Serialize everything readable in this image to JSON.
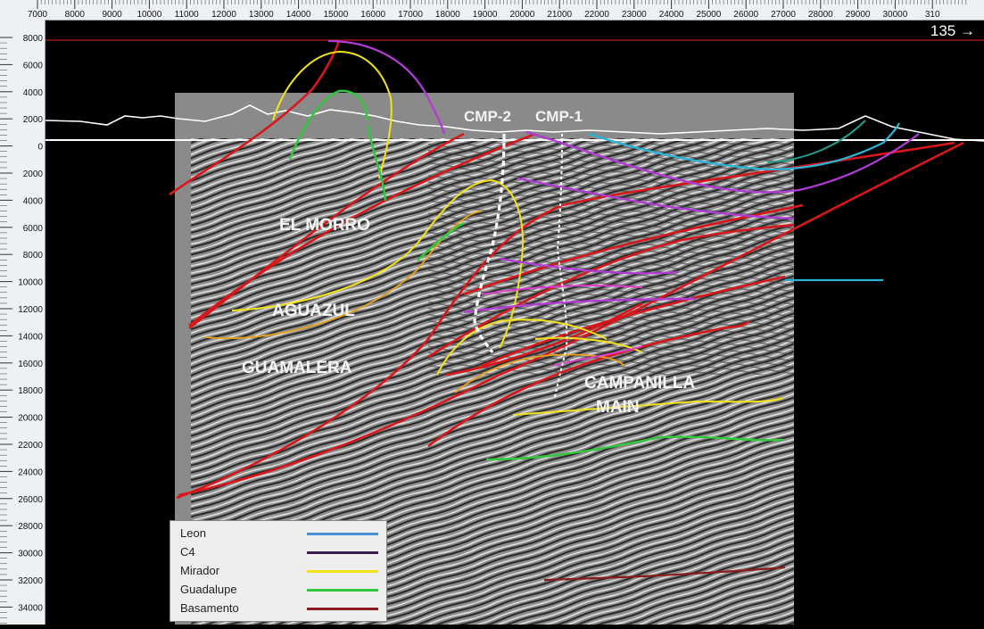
{
  "top_ruler": {
    "ticks": [
      "7000",
      "8000",
      "9000",
      "10000",
      "11000",
      "12000",
      "13000",
      "14000",
      "15000",
      "16000",
      "17000",
      "18000",
      "19000",
      "20000",
      "21000",
      "22000",
      "23000",
      "24000",
      "25000",
      "26000",
      "27000",
      "28000",
      "29000",
      "30000",
      "310"
    ]
  },
  "left_ruler": {
    "ticks": [
      "8000",
      "6000",
      "4000",
      "2000",
      "0",
      "2000",
      "4000",
      "6000",
      "8000",
      "10000",
      "12000",
      "14000",
      "16000",
      "18000",
      "20000",
      "22000",
      "24000",
      "26000",
      "28000",
      "30000",
      "32000",
      "34000"
    ]
  },
  "trace_nav": {
    "value": "135",
    "arrow": "→"
  },
  "wells": {
    "cmp2": "CMP-2",
    "cmp1": "CMP-1"
  },
  "structures": {
    "el_morro": "EL MORRO",
    "aguazul": "AGUAZUL",
    "guamalera": "GUAMALERA",
    "campanilla": "CAMPANILLA",
    "main": "MAIN"
  },
  "legend": {
    "items": [
      {
        "label": "Leon",
        "color": "#4a90d9"
      },
      {
        "label": "C4",
        "color": "#3a1f4f"
      },
      {
        "label": "Mirador",
        "color": "#f2e21a"
      },
      {
        "label": "Guadalupe",
        "color": "#2fc93b"
      },
      {
        "label": "Basamento",
        "color": "#8b1a1a"
      }
    ]
  },
  "colors": {
    "fault": "#d8161b",
    "mirador": "#f2e21a",
    "guadalupe": "#2fc93b",
    "c4": "#b23bd6",
    "leon": "#2bb3d6",
    "topography": "#ffffff"
  }
}
